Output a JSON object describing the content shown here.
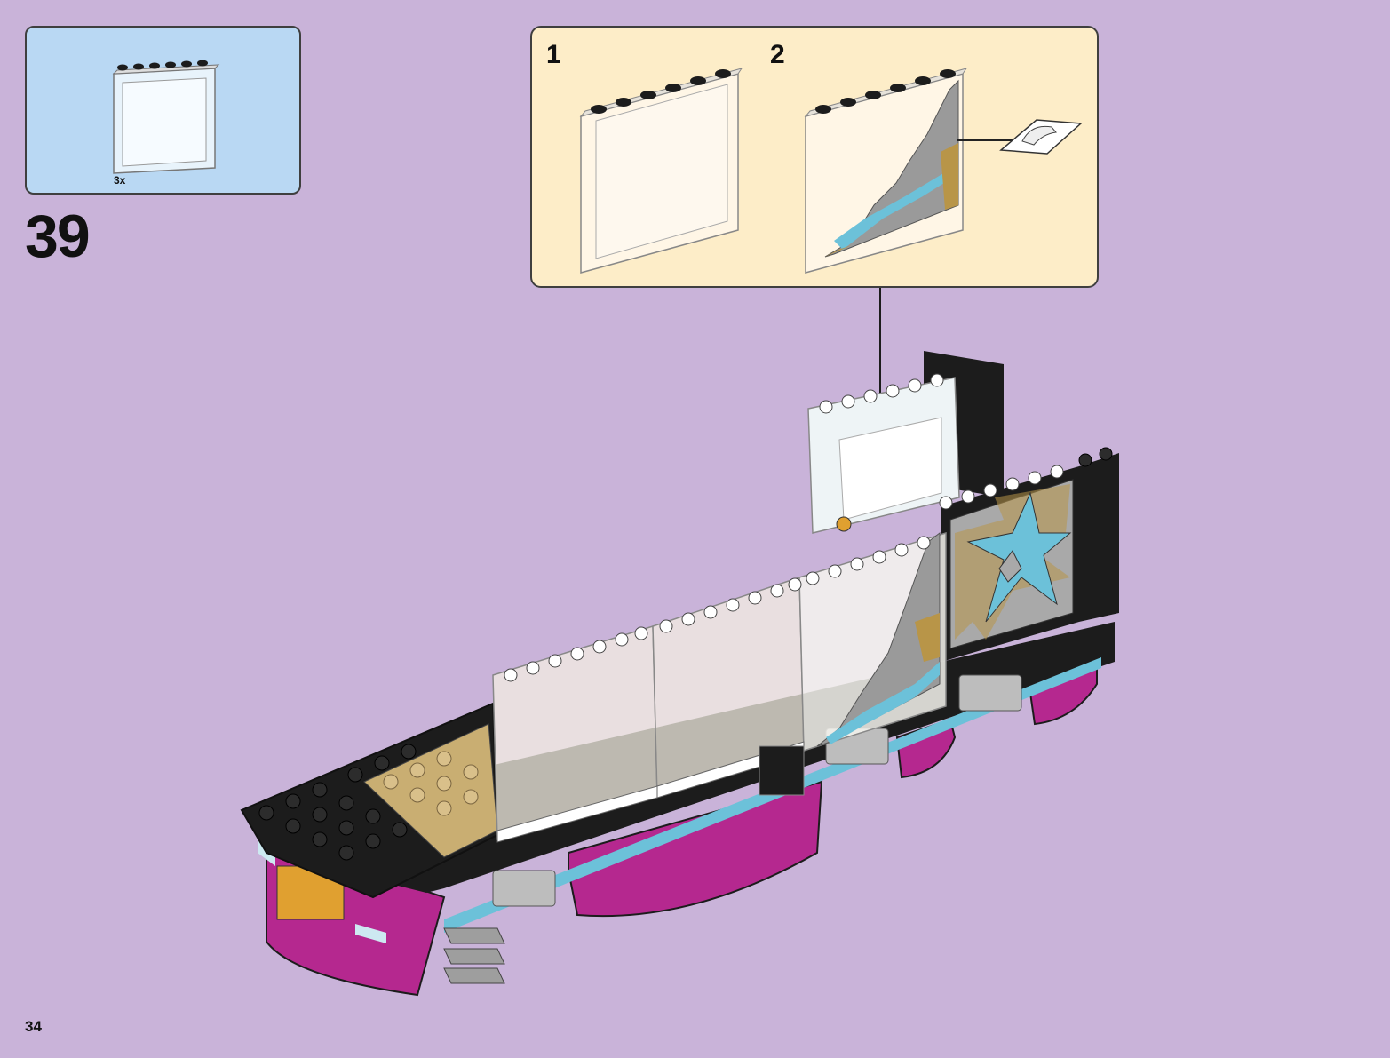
{
  "parts_list": {
    "quantity": "3x",
    "part": "transparent-panel-1x6x5-icon"
  },
  "step": {
    "number": "39"
  },
  "callout": {
    "substeps": [
      {
        "number": "1",
        "image": "transparent-panel-icon"
      },
      {
        "number": "2",
        "image": "stickered-panel-icon"
      }
    ],
    "sticker": "mountain-sticker-icon"
  },
  "page": {
    "number": "34"
  },
  "colors": {
    "background": "#c9b3d9",
    "parts_box": "#b9d8f3",
    "callout": "#fdedc8",
    "magenta": "#b5288f",
    "black": "#1c1c1c",
    "tan": "#c9ae72",
    "azure": "#6cc1d9",
    "gold": "#b89548"
  }
}
